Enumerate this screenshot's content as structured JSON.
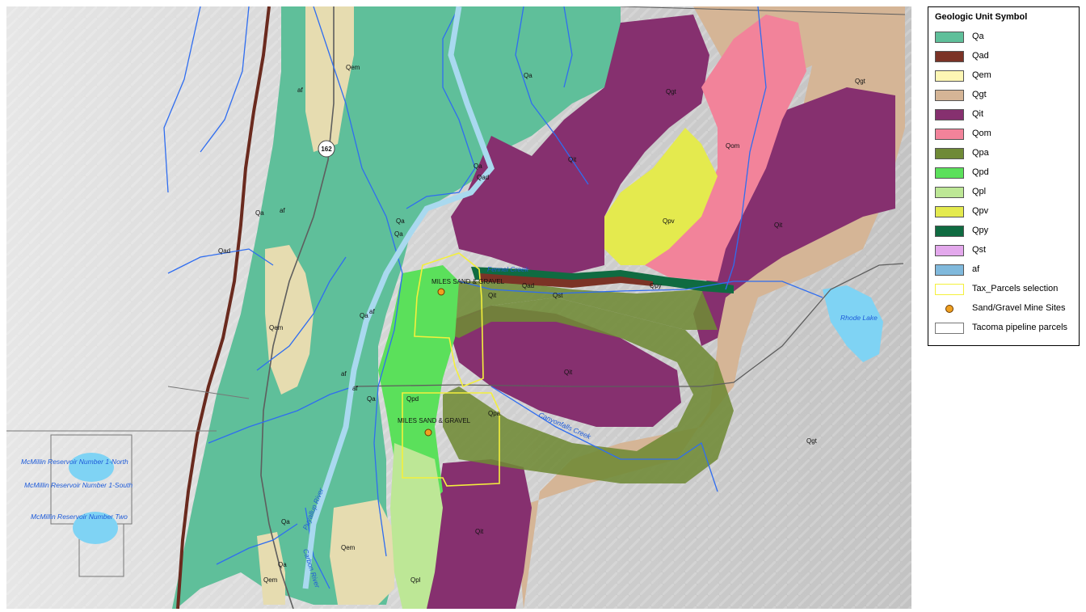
{
  "legend": {
    "title": "Geologic Unit Symbol",
    "items": [
      {
        "label": "Qa",
        "color": "#5fbf9a",
        "type": "fill"
      },
      {
        "label": "Qad",
        "color": "#7b3326",
        "type": "fill"
      },
      {
        "label": "Qem",
        "color": "#fdf6b4",
        "type": "fill"
      },
      {
        "label": "Qgt",
        "color": "#d5b596",
        "type": "fill"
      },
      {
        "label": "Qit",
        "color": "#86306f",
        "type": "fill"
      },
      {
        "label": "Qom",
        "color": "#f2839a",
        "type": "fill"
      },
      {
        "label": "Qpa",
        "color": "#6f8a36",
        "type": "fill"
      },
      {
        "label": "Qpd",
        "color": "#5be05b",
        "type": "fill"
      },
      {
        "label": "Qpl",
        "color": "#bde796",
        "type": "fill"
      },
      {
        "label": "Qpv",
        "color": "#e4ea4e",
        "type": "fill"
      },
      {
        "label": "Qpy",
        "color": "#0f6b41",
        "type": "fill"
      },
      {
        "label": "Qst",
        "color": "#e3a8ec",
        "type": "fill"
      },
      {
        "label": "af",
        "color": "#80b9dc",
        "type": "fill"
      },
      {
        "label": "Tax_Parcels selection",
        "color": "#f4f03c",
        "type": "outline"
      },
      {
        "label": "Sand/Gravel Mine Sites",
        "color": "#f0a020",
        "type": "dot"
      },
      {
        "label": "Tacoma pipeline parcels",
        "color": "#777777",
        "type": "outline"
      }
    ]
  },
  "map": {
    "unit_labels": {
      "qem_top": "Qem",
      "af_top": "af",
      "qa_top": "Qa",
      "qgt_top": "Qgt",
      "qgt_right": "Qgt",
      "qom": "Qom",
      "qit_a": "Qit",
      "qit_b": "Qit",
      "qit_c": "Qit",
      "qit_d": "Qit",
      "qpv": "Qpv",
      "qa_mid": "Qa",
      "qad_mid": "Qad",
      "qa_left": "Qa",
      "af_left": "af",
      "qad_left": "Qad",
      "qa_c1": "Qa",
      "qa_c2": "Qa",
      "qem_mid": "Qem",
      "qa_river": "Qa",
      "af_river": "af",
      "af2": "af",
      "af3": "af",
      "qa_b": "Qa",
      "qpd": "Qpd",
      "qpa": "Qpa",
      "qad_creek": "Qad",
      "qst": "Qst",
      "qpy": "Qpy",
      "qgt_se": "Qgt",
      "qem_bot": "Qem",
      "qem_bot2": "Qem",
      "qa_bot1": "Qa",
      "qa_bot2": "Qa",
      "qpl": "Qpl",
      "qit_bot": "Qit"
    },
    "site_labels": {
      "miles_north": "MILES SAND & GRAVEL",
      "miles_south": "MILES SAND & GRAVEL"
    },
    "water_labels": {
      "reservoir_1n": "McMillin Reservoir Number 1-North",
      "reservoir_1s": "McMillin Reservoir Number 1-South",
      "reservoir_2": "McMillin Reservoir Number Two",
      "rhode_lake": "Rhode Lake",
      "fennel_creek": "Fennel Creek",
      "canyonfalls_creek": "Canyonfalls Creek",
      "puyallup_river": "Puyallup River",
      "carbon_river": "Carbon River"
    },
    "route_shield": "162"
  }
}
